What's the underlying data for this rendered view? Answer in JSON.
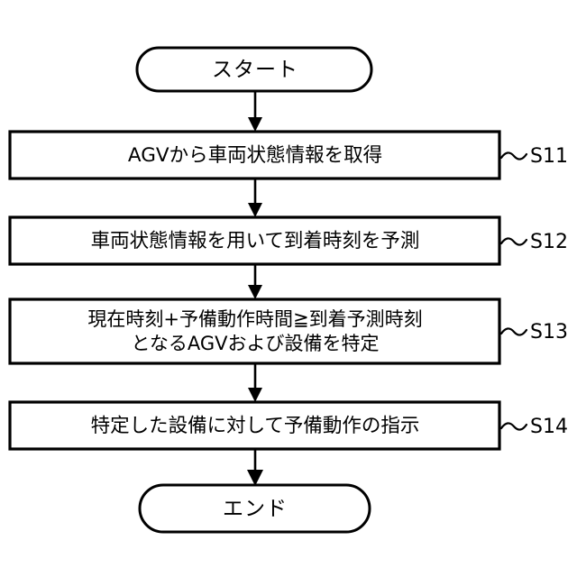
{
  "diagram": {
    "type": "flowchart",
    "orientation": "vertical",
    "background_color": "#ffffff",
    "line_color": "#000000",
    "nodes": {
      "start": {
        "label": "スタート",
        "shape": "stadium"
      },
      "s11": {
        "label": "AGVから車両状態情報を取得",
        "shape": "rectangle",
        "step": "S11"
      },
      "s12": {
        "label": "車両状態情報を用いて到着時刻を予測",
        "shape": "rectangle",
        "step": "S12"
      },
      "s13": {
        "label_line1": "現在時刻+予備動作時間≧到着予測時刻",
        "label_line2": "となるAGVおよび設備を特定",
        "shape": "rectangle",
        "step": "S13"
      },
      "s14": {
        "label": "特定した設備に対して予備動作の指示",
        "shape": "rectangle",
        "step": "S14"
      },
      "end": {
        "label": "エンド",
        "shape": "stadium"
      }
    },
    "connector_icon": "down-arrow-icon",
    "leader_icon": "tilde-leader-icon"
  }
}
